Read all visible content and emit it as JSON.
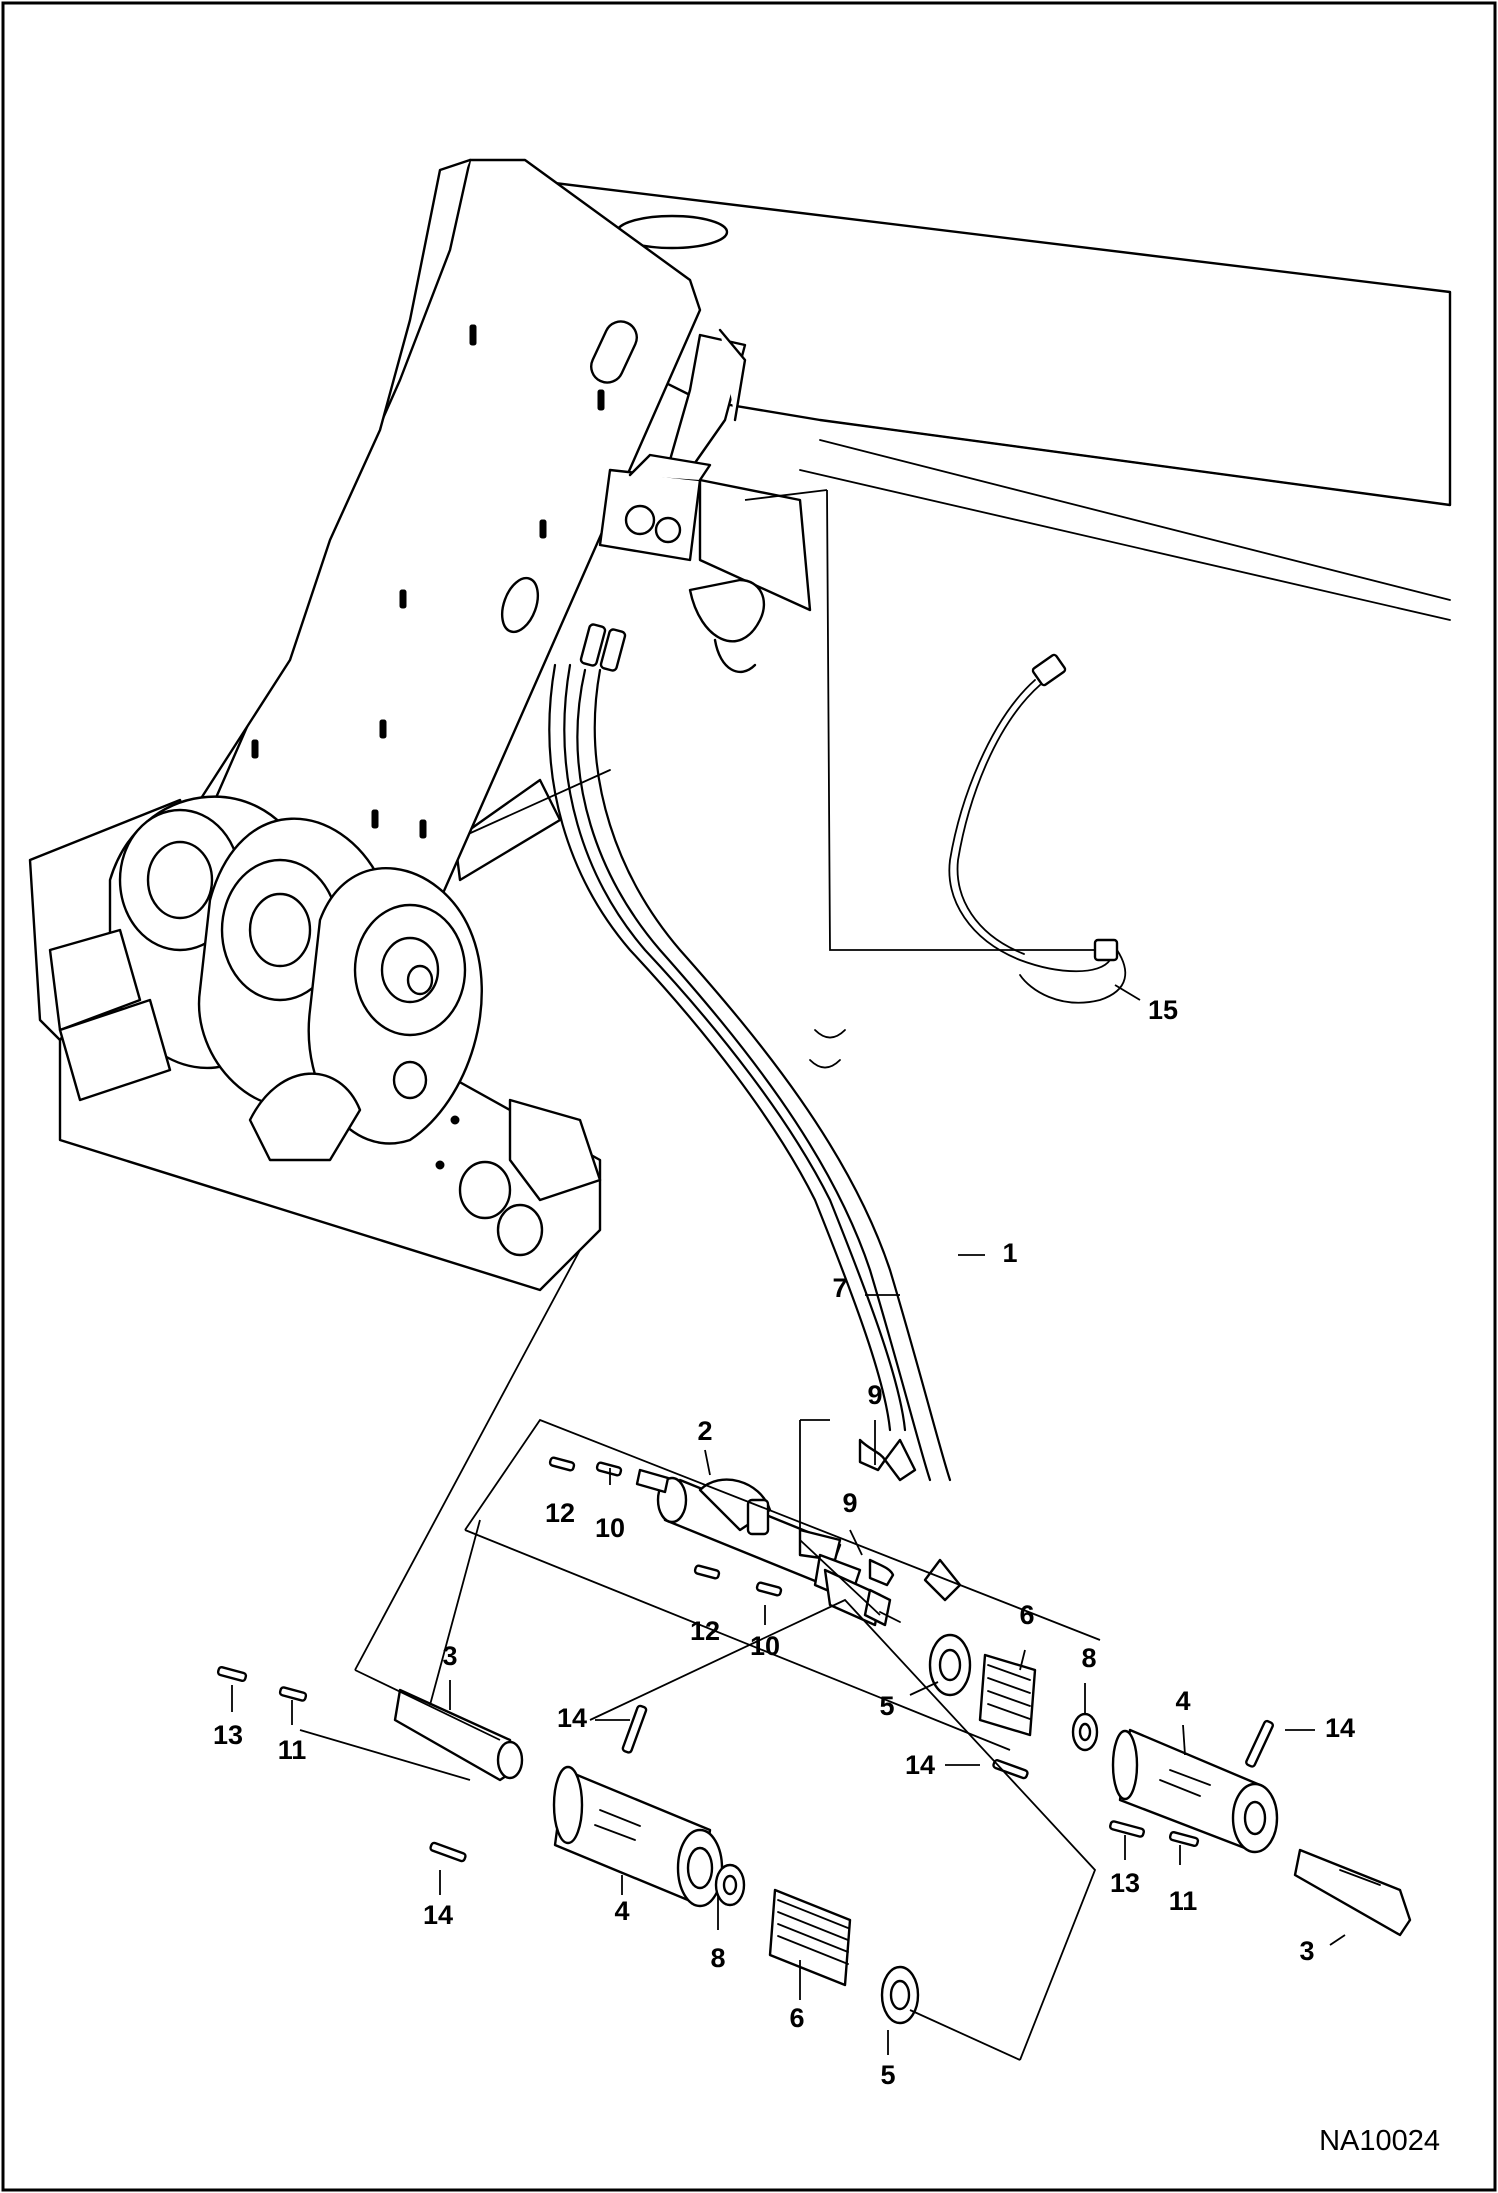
{
  "figure_id": "NA10024",
  "callouts": {
    "c1": "1",
    "c7": "7",
    "c15": "15",
    "c2": "2",
    "c9a": "9",
    "c9b": "9",
    "c12a": "12",
    "c10a": "10",
    "c12b": "12",
    "c10b": "10",
    "c6r": "6",
    "c8r": "8",
    "c5r": "5",
    "c4r": "4",
    "c14r1": "14",
    "c14r2": "14",
    "c13r": "13",
    "c11r": "11",
    "c3r": "3",
    "c3l": "3",
    "c13l": "13",
    "c11l": "11",
    "c14l1": "14",
    "c14l2": "14",
    "c4l": "4",
    "c8l": "8",
    "c6l": "6",
    "c5l": "5"
  }
}
